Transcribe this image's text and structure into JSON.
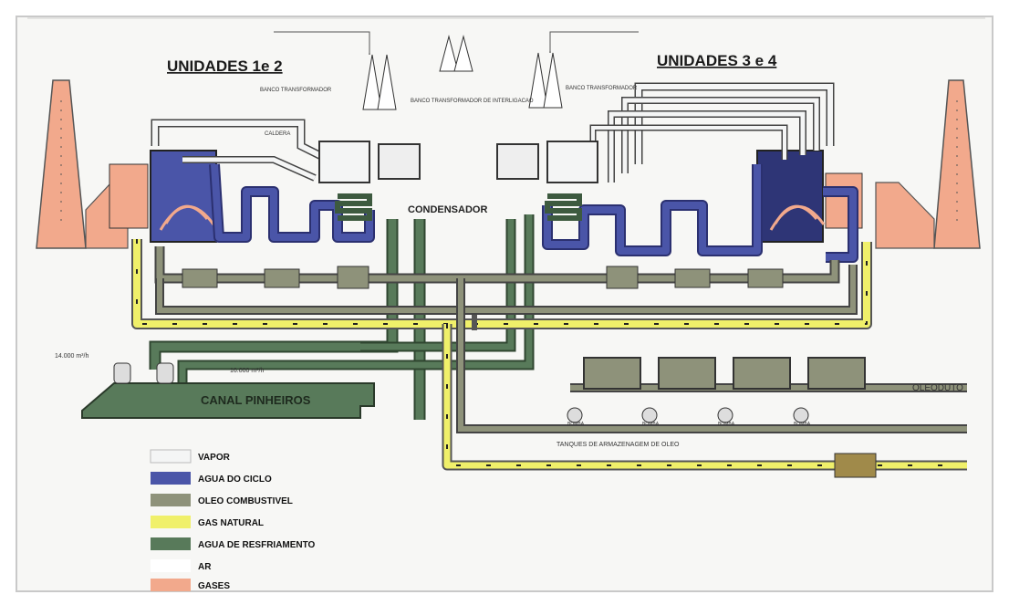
{
  "headings": {
    "units_left": "UNIDADES 1e 2",
    "units_right": "UNIDADES 3 e 4"
  },
  "labels": {
    "condensador": "CONDENSADOR",
    "canal": "CANAL PINHEIROS",
    "oleoduto": "OLEODUTO",
    "tanques": "TANQUES DE ARMAZENAGEM DE OLEO",
    "bomba": "BOMBA",
    "caldera": "CALDERA",
    "banco_transformador": "BANCO TRANSFORMADOR",
    "banco_interligacao": "BANCO TRANSFORMADOR DE INTERLIGACAO",
    "flow_left": "14.000 m³/h",
    "flow_canal": "16.000 m³/h"
  },
  "legend": [
    {
      "label": "VAPOR",
      "color": "#f4f5f5"
    },
    {
      "label": "AGUA DO CICLO",
      "color": "#4a55a8"
    },
    {
      "label": "OLEO COMBUSTIVEL",
      "color": "#8e927a"
    },
    {
      "label": "GAS NATURAL",
      "color": "#f0f06a"
    },
    {
      "label": "AGUA DE RESFRIAMENTO",
      "color": "#587a5a"
    },
    {
      "label": "AR",
      "color": "#ffffff"
    },
    {
      "label": "GASES",
      "color": "#f2a98c"
    }
  ]
}
